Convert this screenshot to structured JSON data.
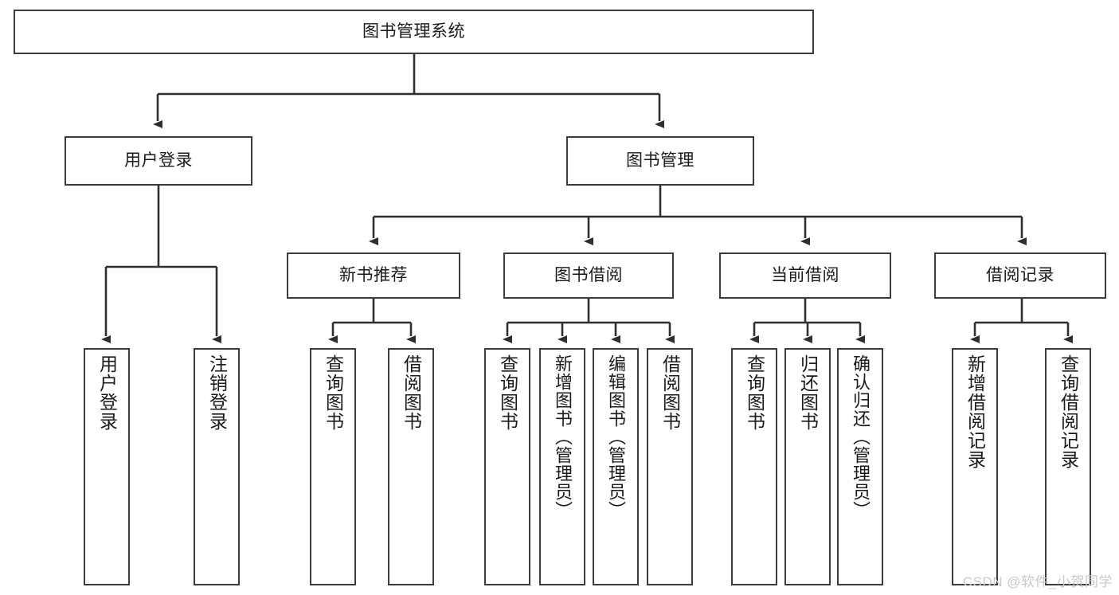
{
  "diagram": {
    "title": "图书管理系统",
    "type": "tree-hierarchy-diagram",
    "watermark": "CSDN @软件_小贺同学",
    "colors": {
      "box_border": "#3b3b3b",
      "box_fill": "#ffffff",
      "edge": "#2f2f2f",
      "text": "#1a1a1a",
      "watermark": "#c9c9c9"
    },
    "nodes": {
      "root": {
        "label": "图书管理系统"
      },
      "level2": [
        {
          "label": "用户登录"
        },
        {
          "label": "图书管理"
        }
      ],
      "level3": [
        {
          "label": "新书推荐"
        },
        {
          "label": "图书借阅"
        },
        {
          "label": "当前借阅"
        },
        {
          "label": "借阅记录"
        }
      ],
      "leaves": {
        "user_login": [
          {
            "label": "用户登录"
          },
          {
            "label": "注销登录"
          }
        ],
        "new_book_recommend": [
          {
            "label": "查询图书"
          },
          {
            "label": "借阅图书"
          }
        ],
        "book_borrow": [
          {
            "label": "查询图书"
          },
          {
            "label": "新增图书（管理员）"
          },
          {
            "label": "编辑图书（管理员）"
          },
          {
            "label": "借阅图书"
          }
        ],
        "current_borrow": [
          {
            "label": "查询图书"
          },
          {
            "label": "归还图书"
          },
          {
            "label": "确认归还（管理员）"
          }
        ],
        "borrow_record": [
          {
            "label": "新增借阅记录"
          },
          {
            "label": "查询借阅记录"
          }
        ]
      }
    }
  }
}
